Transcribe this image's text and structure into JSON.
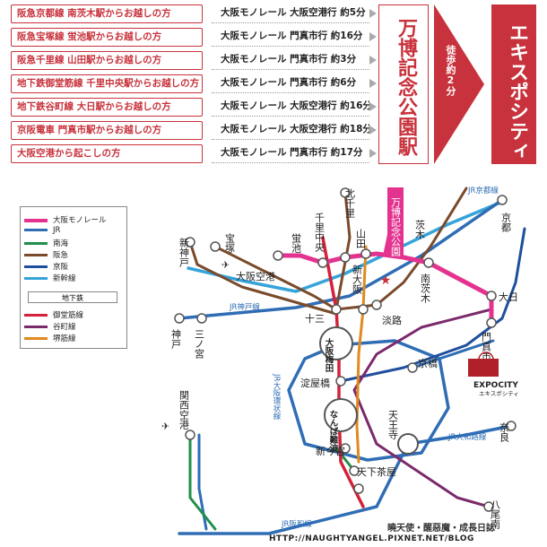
{
  "routes": [
    {
      "origin": "阪急京都線 南茨木駅からお越しの方",
      "ride": "大阪モノレール 大阪空港行 約5分"
    },
    {
      "origin": "阪急宝塚線 蛍池駅からお越しの方",
      "ride": "大阪モノレール 門真市行 約16分"
    },
    {
      "origin": "阪急千里線 山田駅からお越しの方",
      "ride": "大阪モノレール 門真市行 約3分"
    },
    {
      "origin": "地下鉄御堂筋線 千里中央駅からお越しの方",
      "ride": "大阪モノレール 門真市行 約6分"
    },
    {
      "origin": "地下鉄谷町線 大日駅からお越しの方",
      "ride": "大阪モノレール 大阪空港行 約16分"
    },
    {
      "origin": "京阪電車 門真市駅からお越しの方",
      "ride": "大阪モノレール 大阪空港行 約18分"
    },
    {
      "origin": "大阪空港から起こしの方",
      "ride": "大阪モノレール 門真市行 約17分"
    }
  ],
  "destination_station": "万博記念公園駅",
  "walk_label": "徒歩約2分",
  "final_destination": "エキスポシティ",
  "legend": {
    "lines": [
      {
        "label": "大阪モノレール",
        "color": "#e4338f"
      },
      {
        "label": "JR",
        "color": "#2f6db5"
      },
      {
        "label": "南海",
        "color": "#1f8f4a"
      },
      {
        "label": "阪急",
        "color": "#7a4a2a"
      },
      {
        "label": "京阪",
        "color": "#1f4f9c"
      },
      {
        "label": "新幹線",
        "color": "#36a3d9"
      }
    ],
    "subway_header": "地下鉄",
    "subway": [
      {
        "label": "御堂筋線",
        "color": "#d4213a"
      },
      {
        "label": "谷町線",
        "color": "#7b2a6b"
      },
      {
        "label": "堺筋線",
        "color": "#e08a1e"
      }
    ]
  },
  "map": {
    "stations": {
      "kitasenri": "北千里",
      "senri_chuo": "千里中央",
      "yamada": "山田",
      "hotarugaike": "蛍池",
      "takarazuka": "宝塚",
      "shin_kobe": "新神戸",
      "osaka_airport": "大阪空港",
      "ibaraki": "茨木",
      "minami_ibaraki": "南茨木",
      "kyoto": "京都",
      "shin_osaka": "新大阪",
      "dainichi": "大日",
      "kadoma": "門真市",
      "juso": "十三",
      "awaji": "淡路",
      "kobe": "神戸",
      "sannomiya": "三ノ宮",
      "umeda": "大阪梅田",
      "yodoyabashi": "淀屋橋",
      "kyobashi": "京橋",
      "namba": "なんば難波",
      "tennoji": "天王寺",
      "nara": "奈良",
      "kansai_airport": "関西空港",
      "shin_imamiya": "新今宮",
      "tengachaya": "天下茶屋",
      "yao_minami": "八尾南",
      "banpaku": "万博記念公園"
    },
    "line_labels": {
      "jr_kyoto": "JR京都線",
      "jr_kobe": "JR神戸線",
      "jr_osaka_loop": "JR大阪環状線",
      "jr_yamatoji": "JR大和路線",
      "jr_hanwa": "JR阪和線"
    },
    "expocity_logo": "EXPOCITY",
    "expocity_sub": "エキスポシティ"
  },
  "credit": {
    "title": "曉天使・醒惡魔・成長日誌",
    "url": "HTTP://NAUGHTYANGEL.PIXNET.NET/BLOG"
  }
}
